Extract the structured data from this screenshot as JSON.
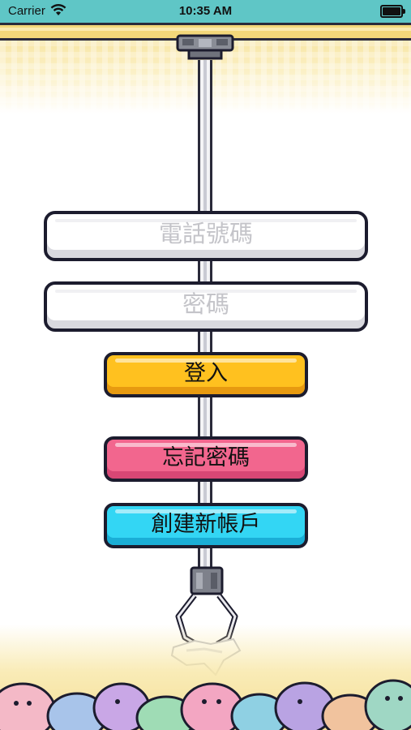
{
  "status_bar": {
    "carrier": "Carrier",
    "time": "10:35 AM",
    "wifi_icon": "wifi-icon",
    "battery_icon": "battery-icon"
  },
  "form": {
    "phone": {
      "placeholder": "電話號碼",
      "value": ""
    },
    "password": {
      "placeholder": "密碼",
      "value": ""
    }
  },
  "buttons": {
    "login": "登入",
    "forgot_password": "忘記密碼",
    "create_account": "創建新帳戶"
  },
  "colors": {
    "status_bar": "#5fc6c6",
    "login_button": "#ffc11f",
    "forgot_button": "#f2668e",
    "create_button": "#33d6f4",
    "outline": "#1c1c2e"
  }
}
